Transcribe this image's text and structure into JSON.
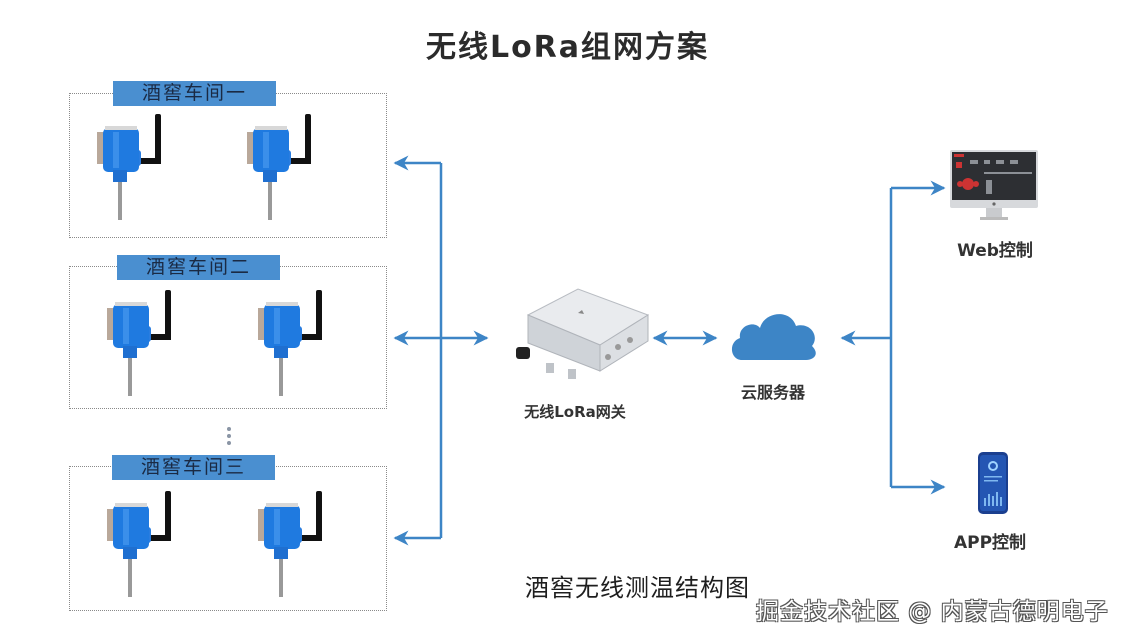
{
  "title": "无线LoRa组网方案",
  "zones": [
    {
      "label": "酒窖车间一",
      "sensors": [
        "temperature-sensor",
        "temperature-sensor"
      ]
    },
    {
      "label": "酒窖车间二",
      "sensors": [
        "temperature-sensor",
        "temperature-sensor"
      ]
    },
    {
      "label": "酒窖车间三",
      "sensors": [
        "temperature-sensor",
        "temperature-sensor"
      ]
    }
  ],
  "ellipsis": "⋮",
  "gateway": {
    "label": "无线LoRa网关",
    "icon": "lora-gateway-icon"
  },
  "cloud": {
    "label": "云服务器",
    "icon": "cloud-icon"
  },
  "clients": [
    {
      "label": "Web控制",
      "icon": "desktop-monitor-icon"
    },
    {
      "label": "APP控制",
      "icon": "smartphone-icon"
    }
  ],
  "colors": {
    "accent": "#3d85c6",
    "zone_label_bg": "#4a8fd0",
    "sensor_blue": "#1e78e0"
  },
  "bottom_caption": "酒窖无线测温结构图",
  "watermark": "掘金技术社区 @ 内蒙古德明电子"
}
